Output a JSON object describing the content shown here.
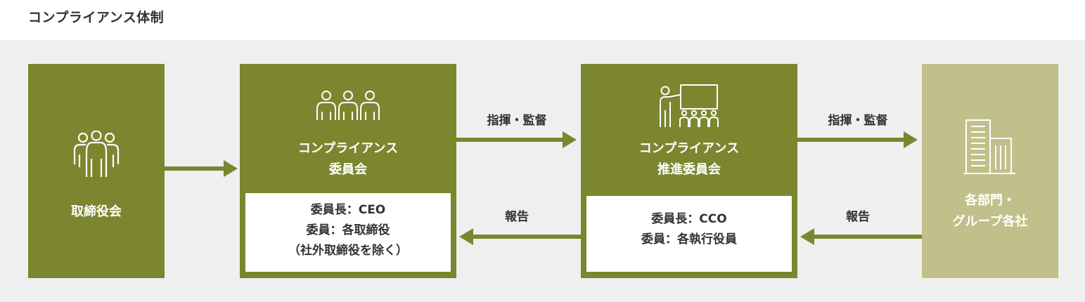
{
  "title": "コンプライアンス体制",
  "board": {
    "label": "取締役会",
    "icon": "group-people-icon"
  },
  "committee": {
    "label_lines": [
      "コンプライアンス",
      "委員会"
    ],
    "icon": "three-people-icon",
    "members": [
      "委員長：CEO",
      "委員：各取締役",
      "（社外取締役を除く）"
    ]
  },
  "promotion": {
    "label_lines": [
      "コンプライアンス",
      "推進委員会"
    ],
    "icon": "presentation-board-icon",
    "members": [
      "委員長：CCO",
      "委員：各執行役員"
    ]
  },
  "departments": {
    "label_lines": [
      "各部門・",
      "グループ各社"
    ],
    "icon": "buildings-icon"
  },
  "arrows": {
    "command_1": "指揮・監督",
    "command_2": "指揮・監督",
    "report_1": "報告",
    "report_2": "報告"
  },
  "colors": {
    "primary": "#7b862f",
    "secondary": "#c1c08b",
    "panel": "#efefef"
  }
}
